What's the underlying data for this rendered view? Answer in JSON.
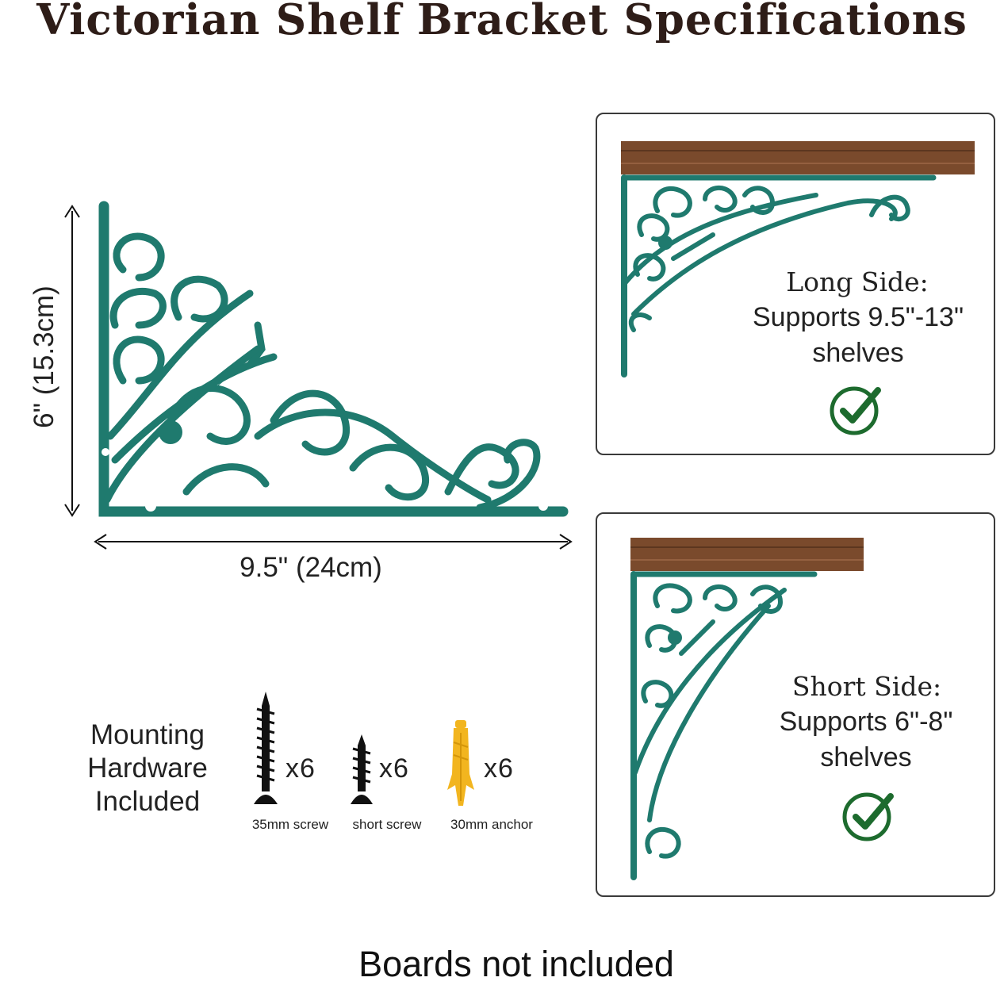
{
  "title": "Victorian Shelf Bracket Specifications",
  "dimensions": {
    "width_label": "9.5\" (24cm)",
    "height_label": "6\" (15.3cm)"
  },
  "panels": [
    {
      "heading": "Long Side:",
      "line1": "Supports 9.5\"-13\"",
      "line2": "shelves"
    },
    {
      "heading": "Short Side:",
      "line1": "Supports 6\"-8\"",
      "line2": "shelves"
    }
  ],
  "hardware": {
    "label_lines": [
      "Mounting",
      "Hardware",
      "Included"
    ],
    "items": [
      {
        "count": "x6",
        "caption": "35mm screw",
        "icon": "long-screw-icon"
      },
      {
        "count": "x6",
        "caption": "short screw",
        "icon": "short-screw-icon"
      },
      {
        "count": "x6",
        "caption": "30mm anchor",
        "icon": "wall-anchor-icon"
      }
    ]
  },
  "footer": "Boards not included",
  "colors": {
    "bracket": "#1f7a6e",
    "bracket_highlight": "#c9a84c",
    "wood": "#7a4a2c",
    "check": "#1d6b2e",
    "title": "#2e1d18",
    "anchor": "#f2b51f"
  }
}
